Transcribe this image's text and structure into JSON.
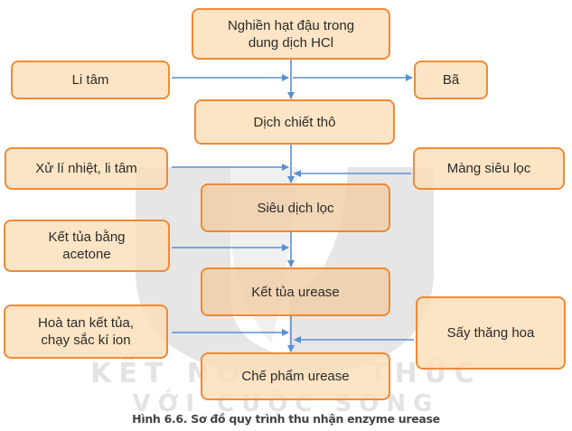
{
  "diagram": {
    "main_steps": [
      {
        "id": "step1",
        "label": "Nghiền hạt đậu trong\ndung dịch HCl"
      },
      {
        "id": "step2",
        "label": "Dịch chiết thô"
      },
      {
        "id": "step3",
        "label": "Siêu dịch lọc"
      },
      {
        "id": "step4",
        "label": "Kết tủa urease"
      },
      {
        "id": "step5",
        "label": "Chế phẩm urease"
      }
    ],
    "left_inputs": [
      {
        "id": "left1",
        "label": "Li tâm",
        "targets": "step1→step2"
      },
      {
        "id": "left2",
        "label": "Xử lí nhiệt, li tâm",
        "targets": "step2→step3"
      },
      {
        "id": "left3",
        "label": "Kết tủa bằng\nacetone",
        "targets": "step3→step4"
      },
      {
        "id": "left4",
        "label": "Hoà tan kết tủa,\nchạy sắc kí ion",
        "targets": "step4→step5"
      }
    ],
    "right_nodes": [
      {
        "id": "right1",
        "label": "Bã",
        "direction": "output"
      },
      {
        "id": "right2",
        "label": "Màng siêu lọc",
        "direction": "input"
      },
      {
        "id": "right3",
        "label": "Sấy thăng hoa",
        "direction": "input"
      }
    ],
    "caption": "Hình 6.6. Sơ đồ quy trình thu nhận enzyme urease",
    "watermark": {
      "line1": "KẾT NỐI TRI THỨC",
      "line2": "VỚI CUỘC SỐNG"
    },
    "colors": {
      "box_fill": "#fddcb4",
      "box_border": "#ee8a38",
      "arrow": "#5b8fd0",
      "watermark": "#e3e3e3"
    }
  }
}
